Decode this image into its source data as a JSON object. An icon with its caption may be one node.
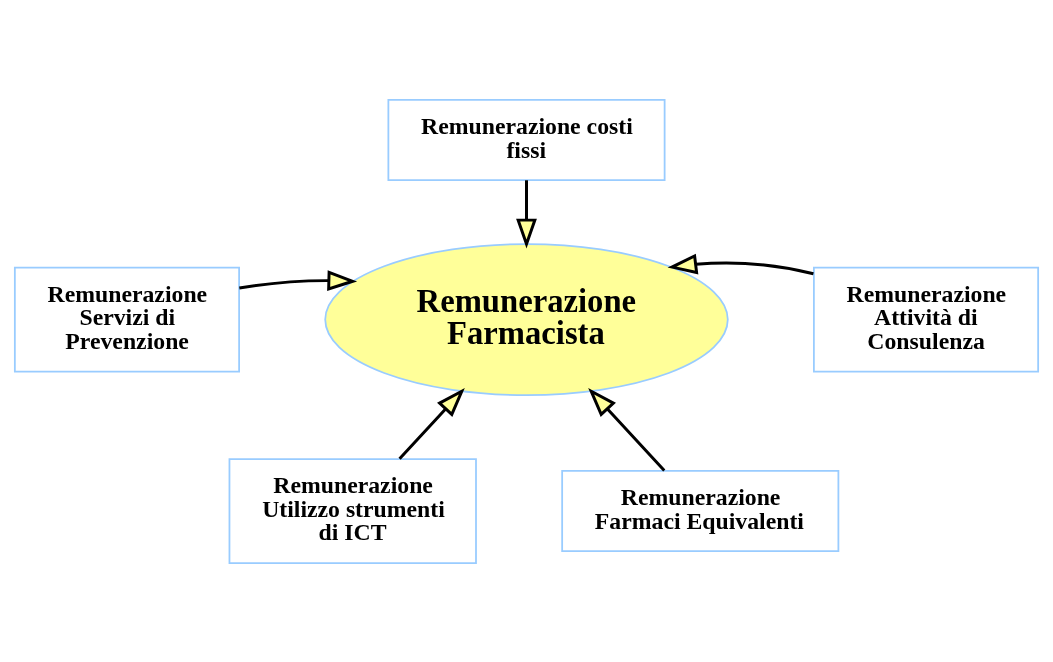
{
  "diagram": {
    "nodes": [
      {
        "text": [
          "Remunerazione costi fissi"
        ]
      },
      {
        "text": [
          "Remunerazione Servizi di Prevenzione"
        ]
      },
      {
        "text": [
          "Remunerazione Attività di Consulenza"
        ]
      },
      {
        "text": [
          "Remunerazione Farmacista"
        ]
      },
      {
        "text": [
          "Remunerazione Utilizzo strumenti di ICT"
        ]
      },
      {
        "text": [
          "Remunerazione Farmaci Equivalenti"
        ]
      }
    ],
    "edges": [
      {
        "from": 0,
        "to": 3,
        "arrow": "to"
      },
      {
        "from": 1,
        "to": 3,
        "arrow": "to"
      },
      {
        "from": 2,
        "to": 3,
        "arrow": "to"
      },
      {
        "from": 4,
        "to": 3,
        "arrow": "to"
      },
      {
        "from": 5,
        "to": 3,
        "arrow": "to"
      }
    ]
  }
}
